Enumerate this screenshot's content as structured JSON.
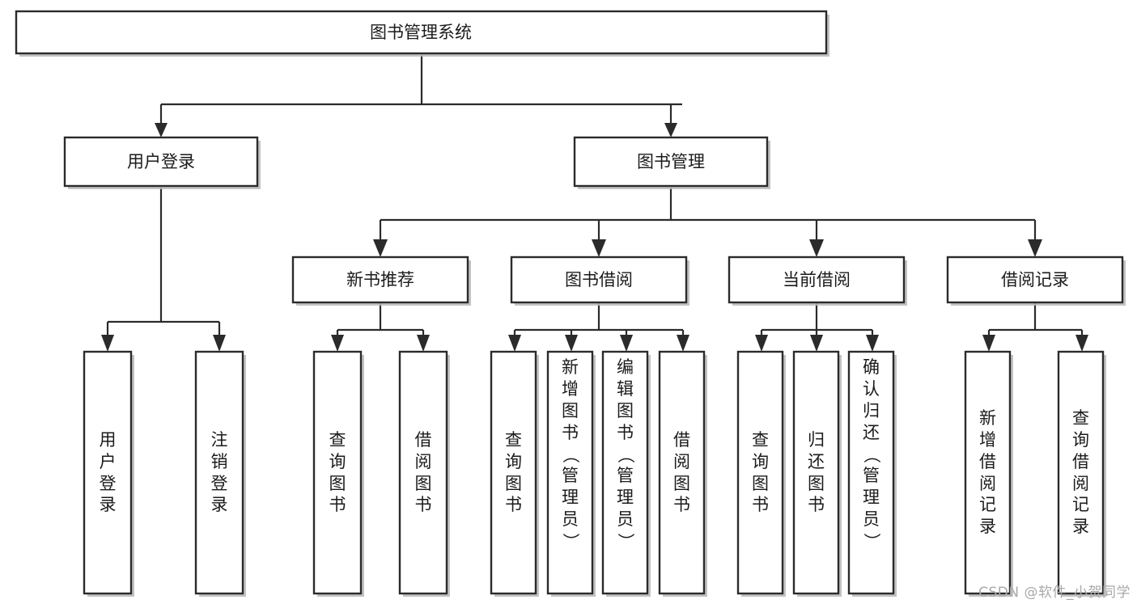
{
  "diagram": {
    "type": "tree",
    "title": "图书管理系统",
    "orientation": "top-down",
    "watermark": "CSDN @软件_小贺同学",
    "colors": {
      "box_stroke": "#2b2b2b",
      "box_fill": "#ffffff",
      "connector": "#2b2b2b",
      "text": "#1b1b1b",
      "watermark": "#a9a9a9",
      "background": "#ffffff"
    },
    "root": {
      "label": "图书管理系统"
    },
    "level2": [
      {
        "label": "用户登录"
      },
      {
        "label": "图书管理"
      }
    ],
    "level3": [
      {
        "label": "新书推荐"
      },
      {
        "label": "图书借阅"
      },
      {
        "label": "当前借阅"
      },
      {
        "label": "借阅记录"
      }
    ],
    "leaves": {
      "user_login": [
        {
          "label": "用户登录"
        },
        {
          "label": "注销登录"
        }
      ],
      "new_book_recommend": [
        {
          "label": "查询图书"
        },
        {
          "label": "借阅图书"
        }
      ],
      "book_borrow": [
        {
          "label": "查询图书"
        },
        {
          "label": "新增图书（管理员）"
        },
        {
          "label": "编辑图书（管理员）"
        },
        {
          "label": "借阅图书"
        }
      ],
      "current_borrow": [
        {
          "label": "查询图书"
        },
        {
          "label": "归还图书"
        },
        {
          "label": "确认归还（管理员）"
        }
      ],
      "borrow_record": [
        {
          "label": "新增借阅记录"
        },
        {
          "label": "查询借阅记录"
        }
      ]
    }
  }
}
